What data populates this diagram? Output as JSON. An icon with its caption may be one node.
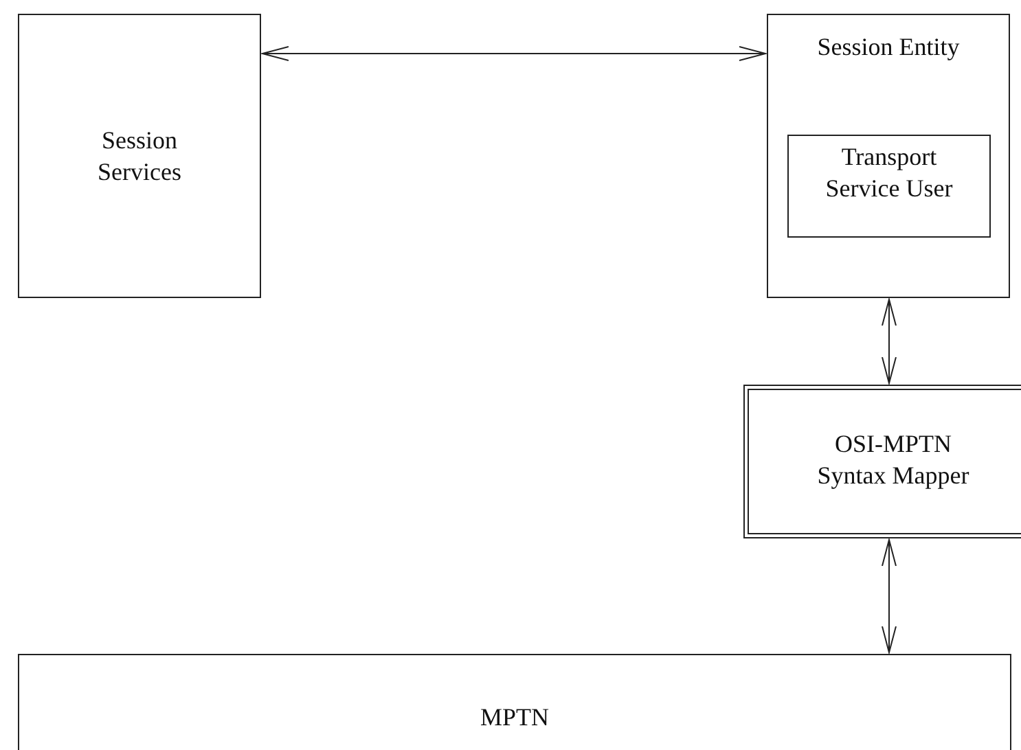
{
  "diagram": {
    "nodes": [
      {
        "text": [
          "Session Services"
        ]
      },
      {
        "text": [
          "Session Entity"
        ]
      },
      {
        "text": [
          "Transport Service User"
        ],
        "in": 1
      },
      {
        "text": [
          "OSI-MPTN Syntax Mapper"
        ]
      },
      {
        "text": [
          "MPTN"
        ]
      }
    ],
    "edges": [
      {
        "from": 0,
        "to": 1,
        "arrow": "both"
      },
      {
        "from": 1,
        "to": 3,
        "arrow": "both"
      },
      {
        "from": 3,
        "to": 4,
        "arrow": "both"
      }
    ]
  }
}
